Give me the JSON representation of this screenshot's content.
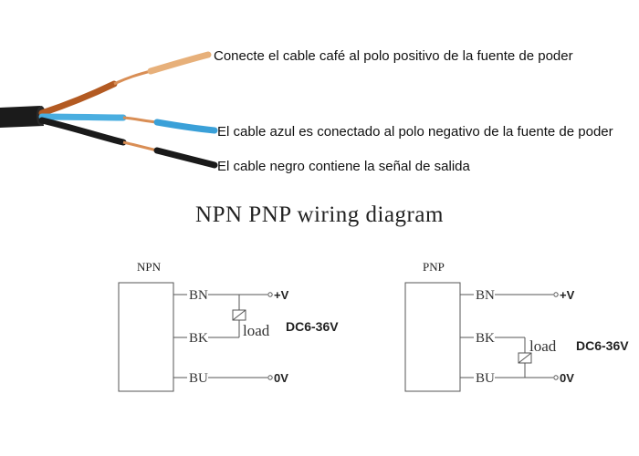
{
  "cable_labels": {
    "brown": "Conecte el cable café al polo positivo de la fuente de poder",
    "blue": "El cable azul es conectado al polo negativo de la fuente de poder",
    "black": "El cable negro contiene la señal de salida"
  },
  "title": "NPN PNP wiring diagram",
  "npn": {
    "heading": "NPN",
    "bn": "BN",
    "bk": "BK",
    "bu": "BU",
    "plus_v": "+V",
    "zero_v": "0V",
    "load": "load",
    "supply": "DC6-36V"
  },
  "pnp": {
    "heading": "PNP",
    "bn": "BN",
    "bk": "BK",
    "bu": "BU",
    "plus_v": "+V",
    "zero_v": "0V",
    "load": "load",
    "supply": "DC6-36V"
  },
  "colors": {
    "brown_wire": "#c8692a",
    "copper": "#e0a36a",
    "blue_wire": "#3aa0d8",
    "black_wire": "#1a1a1a"
  }
}
